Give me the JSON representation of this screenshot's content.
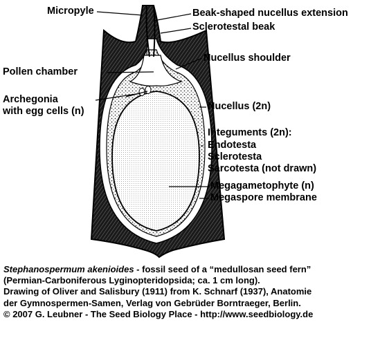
{
  "labels": {
    "micropyle": "Micropyle",
    "beak_extension": "Beak-shaped nucellus extension",
    "sclerotestal_beak": "Sclerotestal beak",
    "nucellus_shoulder": "Nucellus shoulder",
    "pollen_chamber": "Pollen chamber",
    "archegonia_line1": "Archegonia",
    "archegonia_line2": "with egg cells (n)",
    "nucellus": "Nucellus (2n)",
    "integuments": "Integuments (2n):",
    "endotesta": "Endotesta",
    "sclerotesta": "Sclerotesta",
    "sarcotesta": "Sarcotesta (not drawn)",
    "megagametophyte": "Megagametophyte (n)",
    "megaspore_membrane": "Megaspore membrane"
  },
  "caption": {
    "species": "Stephanospermum akenioides",
    "line1_rest": " - fossil seed of a “medullosan seed fern”",
    "line2": "(Permian-Carboniferous Lyginopteridopsida; ca. 1 cm long).",
    "line3": "Drawing of Oliver and Salisbury (1911) from K. Schnarf (1937), Anatomie",
    "line4": "der Gymnospermen-Samen, Verlag von Gebrüder Borntraeger, Berlin.",
    "line5": "© 2007 G. Leubner - The Seed Biology Place - http://www.seedbiology.de"
  }
}
